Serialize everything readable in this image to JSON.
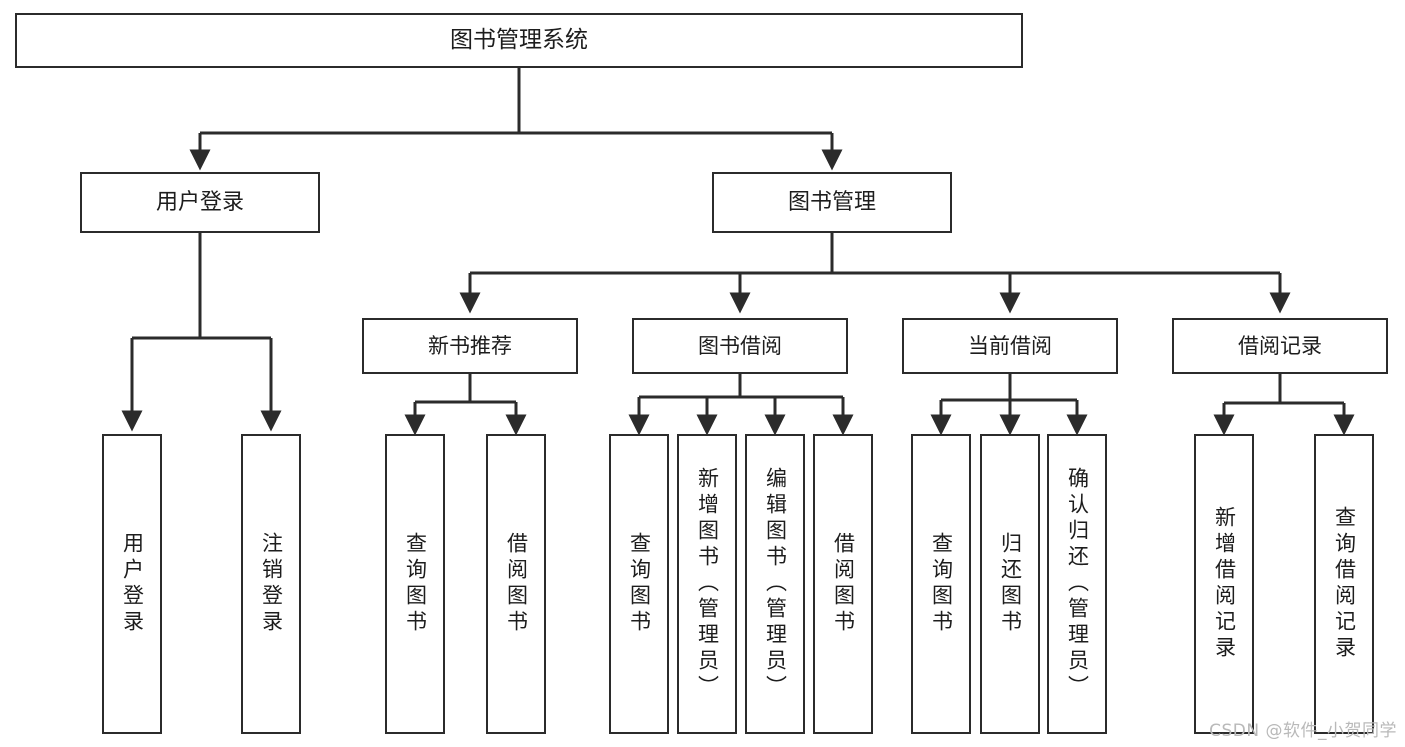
{
  "diagram": {
    "type": "tree",
    "title": "图书管理系统",
    "orientation": "top-down",
    "colors": {
      "box_border": "#2b2b2b",
      "box_fill": "#ffffff",
      "connector": "#2b2b2b",
      "text": "#1d1d1d",
      "watermark": "#b9b9b9"
    },
    "root": {
      "label": "图书管理系统"
    },
    "level1": [
      {
        "id": "user-login",
        "label": "用户登录"
      },
      {
        "id": "book-management",
        "label": "图书管理"
      }
    ],
    "level2": [
      {
        "id": "new-book-recommend",
        "label": "新书推荐",
        "parent": "book-management"
      },
      {
        "id": "book-borrow",
        "label": "图书借阅",
        "parent": "book-management"
      },
      {
        "id": "current-borrow",
        "label": "当前借阅",
        "parent": "book-management"
      },
      {
        "id": "borrow-record",
        "label": "借阅记录",
        "parent": "book-management"
      }
    ],
    "leaves": [
      {
        "id": "leaf-user-login",
        "label": "用户登录",
        "parent": "user-login"
      },
      {
        "id": "leaf-logout-login",
        "label": "注销登录",
        "parent": "user-login"
      },
      {
        "id": "leaf-query-book-1",
        "label": "查询图书",
        "parent": "new-book-recommend"
      },
      {
        "id": "leaf-borrow-book-1",
        "label": "借阅图书",
        "parent": "new-book-recommend"
      },
      {
        "id": "leaf-query-book-2",
        "label": "查询图书",
        "parent": "book-borrow"
      },
      {
        "id": "leaf-add-book",
        "label": "新增图书（管理员）",
        "parent": "book-borrow"
      },
      {
        "id": "leaf-edit-book",
        "label": "编辑图书（管理员）",
        "parent": "book-borrow"
      },
      {
        "id": "leaf-borrow-book-2",
        "label": "借阅图书",
        "parent": "book-borrow"
      },
      {
        "id": "leaf-query-book-3",
        "label": "查询图书",
        "parent": "current-borrow"
      },
      {
        "id": "leaf-return-book",
        "label": "归还图书",
        "parent": "current-borrow"
      },
      {
        "id": "leaf-confirm-return",
        "label": "确认归还（管理员）",
        "parent": "current-borrow"
      },
      {
        "id": "leaf-add-record",
        "label": "新增借阅记录",
        "parent": "borrow-record"
      },
      {
        "id": "leaf-query-record",
        "label": "查询借阅记录",
        "parent": "borrow-record"
      }
    ]
  },
  "watermark": {
    "text": "CSDN @软件_小贺同学"
  }
}
